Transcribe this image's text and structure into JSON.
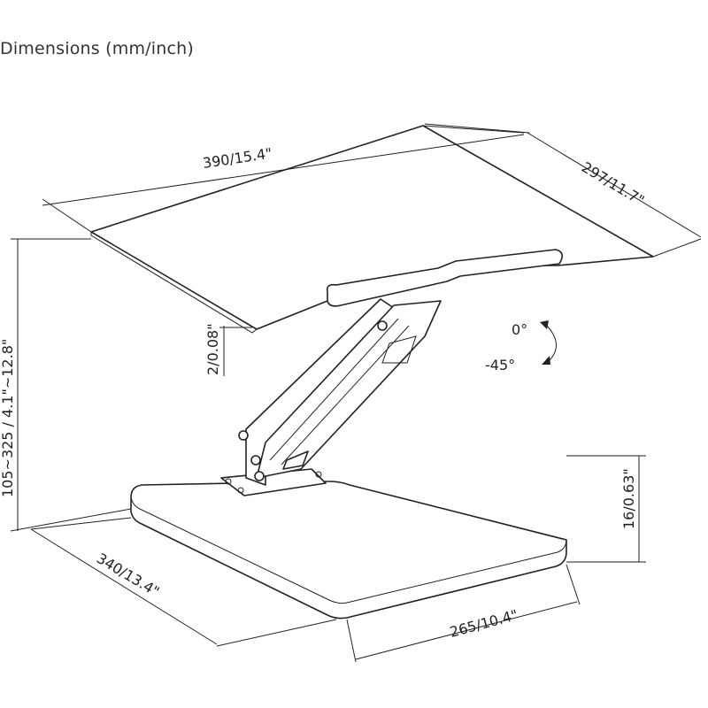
{
  "title": "Dimensions (mm/inch)",
  "dimensions": {
    "width": "390/15.4\"",
    "depth": "297/11.7\"",
    "height_range": "105~325 / 4.1\"~12.8\"",
    "lip": "2/0.08\"",
    "base_thickness": "16/0.63\"",
    "base_depth": "340/13.4\"",
    "base_width": "265/10.4\""
  },
  "tilt": {
    "upper": "0°",
    "lower": "-45°"
  }
}
